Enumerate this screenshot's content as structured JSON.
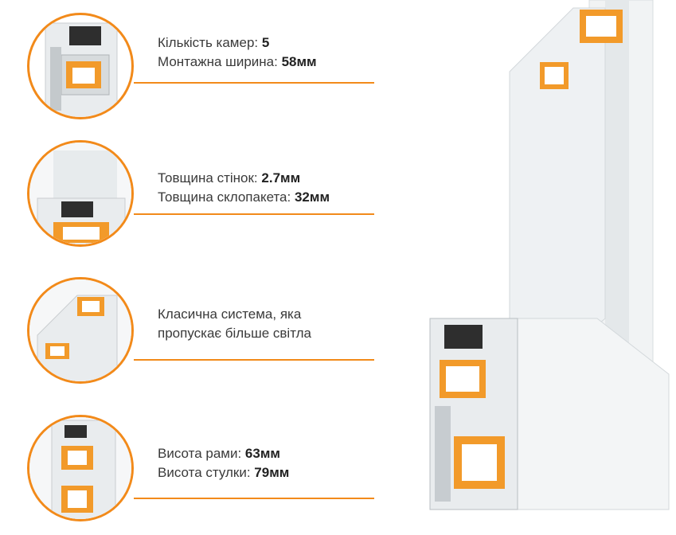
{
  "features": [
    {
      "line1_label": "Кількість камер: ",
      "line1_value": "5",
      "line2_label": "Монтажна ширина: ",
      "line2_value": "58мм"
    },
    {
      "line1_label": "Товщина стінок: ",
      "line1_value": "2.7мм",
      "line2_label": "Товщина склопакета: ",
      "line2_value": "32мм"
    },
    {
      "line1_label": "Класична система, яка",
      "line1_value": "",
      "line2_label": "пропускає більше світла",
      "line2_value": ""
    },
    {
      "line1_label": "Висота рами: ",
      "line1_value": "63мм",
      "line2_label": "Висота стулки: ",
      "line2_value": "79мм"
    }
  ],
  "colors": {
    "accent": "#f28a1a",
    "profile": "#e9ecee",
    "profile_dark": "#2e2e2e",
    "reinforcement": "#f29a2a"
  }
}
